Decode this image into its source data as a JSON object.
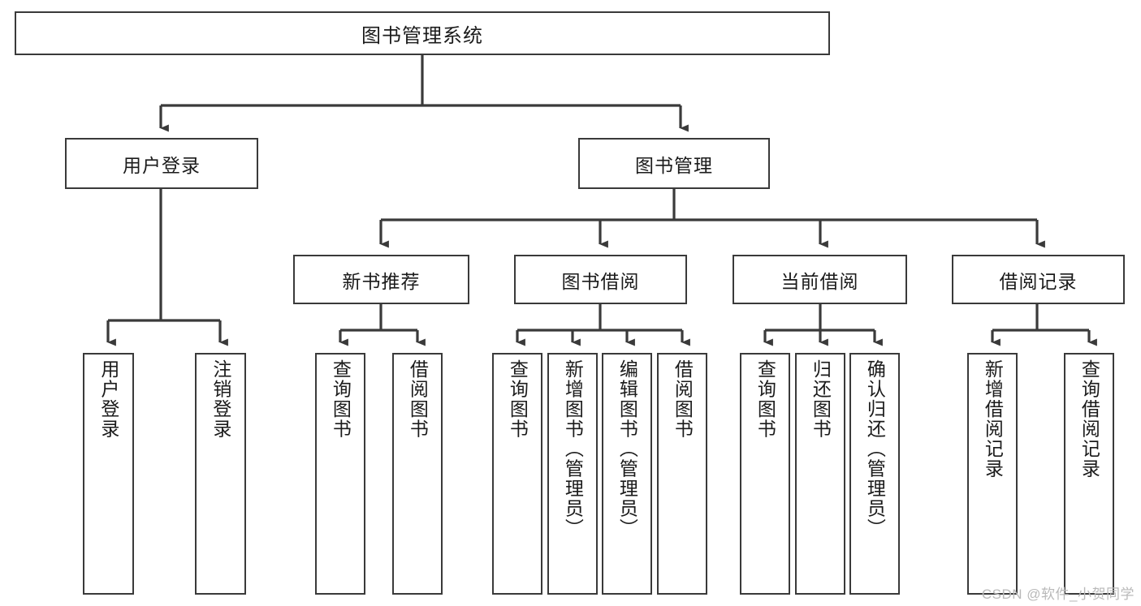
{
  "diagram": {
    "title": "图书管理系统",
    "type": "tree-hierarchy",
    "watermark": "CSDN @软件_小贺同学",
    "colors": {
      "stroke": "#3a3a3a",
      "fill": "#ffffff",
      "text": "#1b1b1b",
      "watermark": "#b9b9b9"
    },
    "root": {
      "label": "图书管理系统"
    },
    "level2": [
      {
        "id": "user-login",
        "label": "用户登录"
      },
      {
        "id": "book-manage",
        "label": "图书管理"
      }
    ],
    "level3": [
      {
        "id": "new-book-recommend",
        "label": "新书推荐",
        "parent": "book-manage"
      },
      {
        "id": "book-borrow",
        "label": "图书借阅",
        "parent": "book-manage"
      },
      {
        "id": "current-borrow",
        "label": "当前借阅",
        "parent": "book-manage"
      },
      {
        "id": "borrow-record",
        "label": "借阅记录",
        "parent": "book-manage"
      }
    ],
    "leaves": [
      {
        "id": "leaf-user-login",
        "label": "用户登录",
        "parent": "user-login"
      },
      {
        "id": "leaf-user-logout",
        "label": "注销登录",
        "parent": "user-login"
      },
      {
        "id": "leaf-query-book-1",
        "label": "查询图书",
        "parent": "new-book-recommend"
      },
      {
        "id": "leaf-borrow-book-1",
        "label": "借阅图书",
        "parent": "new-book-recommend"
      },
      {
        "id": "leaf-query-book-2",
        "label": "查询图书",
        "parent": "book-borrow"
      },
      {
        "id": "leaf-add-book",
        "label": "新增图书（管理员）",
        "parent": "book-borrow"
      },
      {
        "id": "leaf-edit-book",
        "label": "编辑图书（管理员）",
        "parent": "book-borrow"
      },
      {
        "id": "leaf-borrow-book-2",
        "label": "借阅图书",
        "parent": "book-borrow"
      },
      {
        "id": "leaf-query-book-3",
        "label": "查询图书",
        "parent": "current-borrow"
      },
      {
        "id": "leaf-return-book",
        "label": "归还图书",
        "parent": "current-borrow"
      },
      {
        "id": "leaf-confirm-return",
        "label": "确认归还（管理员）",
        "parent": "current-borrow"
      },
      {
        "id": "leaf-add-record",
        "label": "新增借阅记录",
        "parent": "borrow-record"
      },
      {
        "id": "leaf-query-record",
        "label": "查询借阅记录",
        "parent": "borrow-record"
      }
    ]
  }
}
